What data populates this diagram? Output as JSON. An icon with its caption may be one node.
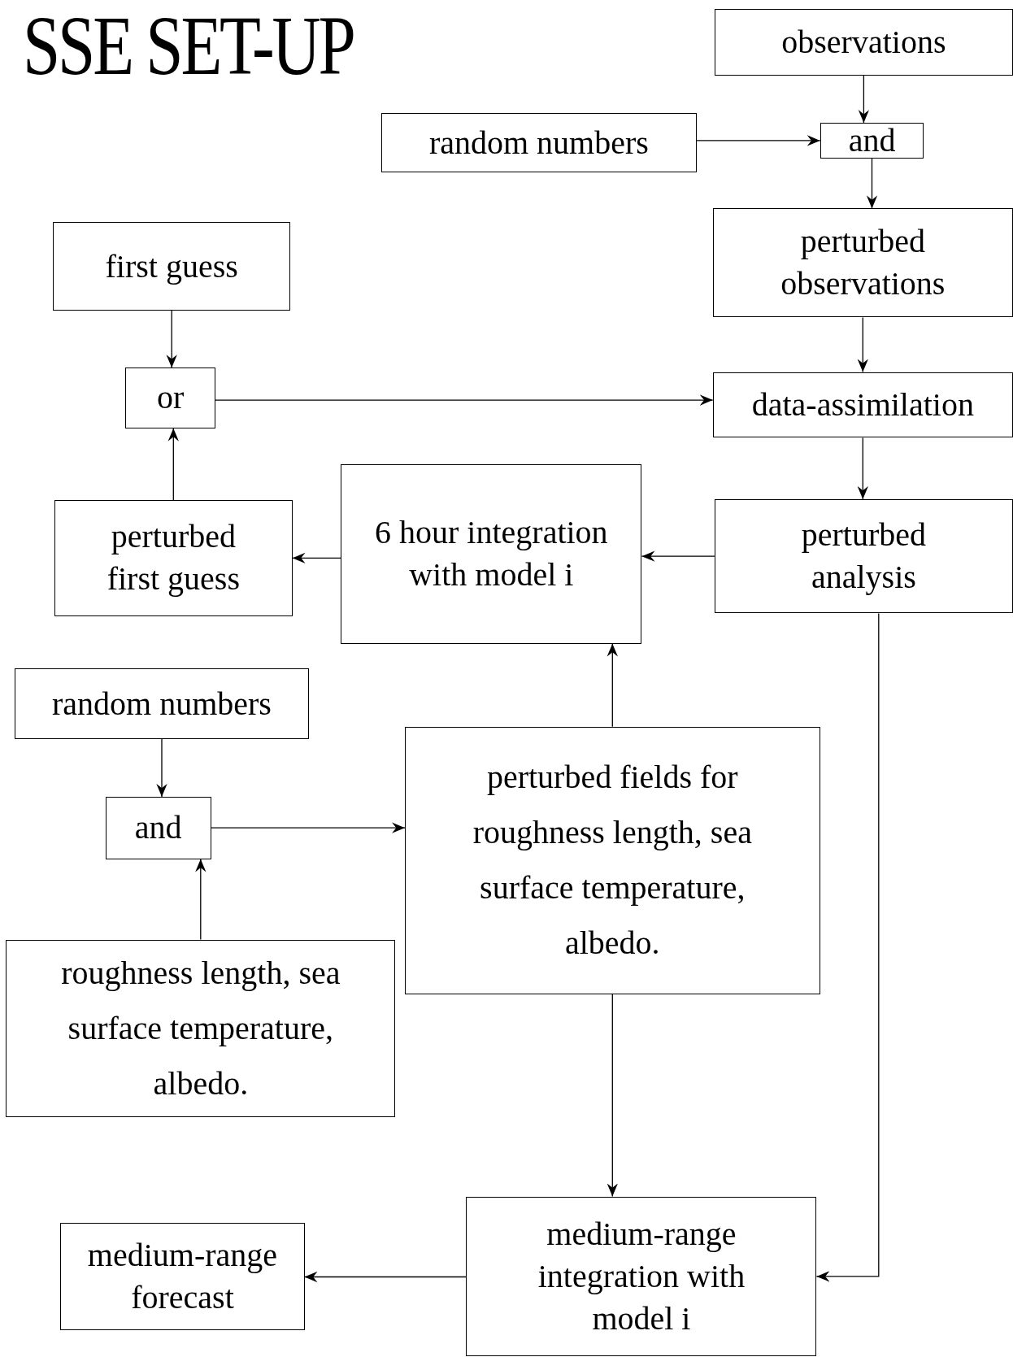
{
  "diagram": {
    "title": "SSE SET-UP",
    "nodes": [
      {
        "text": [
          "observations"
        ]
      },
      {
        "text": [
          "random numbers"
        ]
      },
      {
        "text": [
          "and"
        ]
      },
      {
        "text": [
          "perturbed observations"
        ]
      },
      {
        "text": [
          "first guess"
        ]
      },
      {
        "text": [
          "or"
        ]
      },
      {
        "text": [
          "data-assimilation"
        ]
      },
      {
        "text": [
          "perturbed first guess"
        ]
      },
      {
        "text": [
          "6 hour integration with model i"
        ]
      },
      {
        "text": [
          "perturbed analysis"
        ]
      },
      {
        "text": [
          "random numbers"
        ]
      },
      {
        "text": [
          "and"
        ]
      },
      {
        "text": [
          "perturbed fields for roughness length, sea surface temperature, albedo."
        ]
      },
      {
        "text": [
          "roughness length, sea surface temperature, albedo."
        ]
      },
      {
        "text": [
          "medium-range forecast"
        ]
      },
      {
        "text": [
          "medium-range integration with model i"
        ]
      }
    ],
    "edges": [
      {
        "from": 0,
        "to": 2,
        "arrow": "to"
      },
      {
        "from": 1,
        "to": 2,
        "arrow": "to"
      },
      {
        "from": 2,
        "to": 3,
        "arrow": "to"
      },
      {
        "from": 4,
        "to": 5,
        "arrow": "to"
      },
      {
        "from": 7,
        "to": 5,
        "arrow": "to"
      },
      {
        "from": 5,
        "to": 6,
        "arrow": "to"
      },
      {
        "from": 3,
        "to": 6,
        "arrow": "to"
      },
      {
        "from": 6,
        "to": 9,
        "arrow": "to"
      },
      {
        "from": 9,
        "to": 8,
        "arrow": "to"
      },
      {
        "from": 8,
        "to": 7,
        "arrow": "to"
      },
      {
        "from": 10,
        "to": 11,
        "arrow": "to"
      },
      {
        "from": 13,
        "to": 11,
        "arrow": "to"
      },
      {
        "from": 11,
        "to": 12,
        "arrow": "to"
      },
      {
        "from": 12,
        "to": 8,
        "arrow": "to"
      },
      {
        "from": 12,
        "to": 15,
        "arrow": "to"
      },
      {
        "from": 9,
        "to": 15,
        "arrow": "to"
      },
      {
        "from": 15,
        "to": 14,
        "arrow": "to"
      }
    ]
  }
}
